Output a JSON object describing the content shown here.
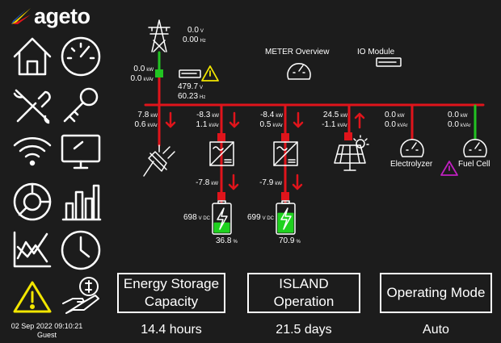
{
  "brand": "ageto",
  "sidebar": {
    "items": [
      {
        "label": "home"
      },
      {
        "label": "dashboard"
      },
      {
        "label": "tools"
      },
      {
        "label": "key"
      },
      {
        "label": "wifi"
      },
      {
        "label": "monitor"
      },
      {
        "label": "pie-chart"
      },
      {
        "label": "bar-chart"
      },
      {
        "label": "line-chart"
      },
      {
        "label": "clock"
      },
      {
        "label": "alarm"
      },
      {
        "label": "finance"
      }
    ],
    "timestamp": "02 Sep 2022 09:10:21",
    "user": "Guest"
  },
  "units": {
    "kw": "kW",
    "kvar": "kVAr",
    "v": "V",
    "hz": "Hz",
    "vdc": "V DC",
    "pct": "%"
  },
  "grid": {
    "kw": "0.0",
    "kvar": "0.0"
  },
  "meter": {
    "v_top": "0.0",
    "hz_top": "0.00",
    "v_bot": "479.7",
    "hz_bot": "60.23"
  },
  "links": {
    "meter_overview": "METER Overview",
    "io_module": "IO Module"
  },
  "load": {
    "kw": "7.8",
    "kvar": "0.6"
  },
  "inverters": [
    {
      "kw": "-8.3",
      "kvar": "1.1",
      "batt_kw": "-7.8",
      "vdc": "698",
      "soc": "36.8",
      "soc_value": 36.8
    },
    {
      "kw": "-8.4",
      "kvar": "0.5",
      "batt_kw": "-7.9",
      "vdc": "699",
      "soc": "70.9",
      "soc_value": 70.9
    }
  ],
  "solar": {
    "kw": "24.5",
    "kvar": "-1.1"
  },
  "electrolyzer": {
    "label": "Electrolyzer",
    "kw": "0.0",
    "kvar": "0.0"
  },
  "fuel_cell": {
    "label": "Fuel Cell",
    "kw": "0.0",
    "kvar": "0.0"
  },
  "summary": [
    {
      "label": "Energy Storage Capacity",
      "value": "14.4 hours"
    },
    {
      "label": "ISLAND Operation",
      "value": "21.5 days"
    },
    {
      "label": "Operating Mode",
      "value": "Auto"
    }
  ],
  "colors": {
    "bus": "#e0141b",
    "ok": "#22c322",
    "warn": "#f2e600",
    "alert": "#c020c0",
    "battery": "#1fd21f"
  }
}
